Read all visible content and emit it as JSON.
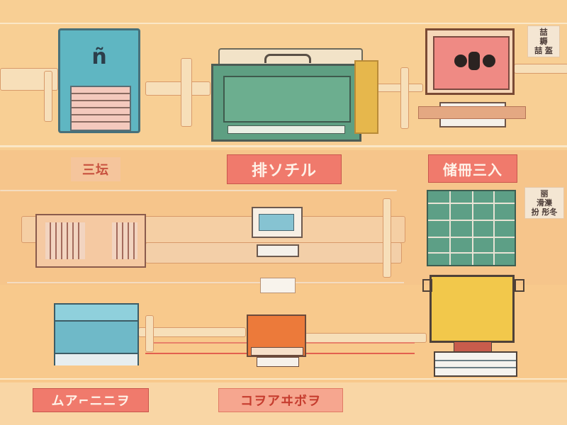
{
  "labels": {
    "top_left": "三坛",
    "top_center": "排ソチル",
    "top_right": "储冊三入",
    "bottom_left": "ムア⌐ニニヲ",
    "bottom_center": "コヲアヰボヲ"
  },
  "notes": {
    "top_right_note": [
      "喆",
      "耨",
      "喆 盔"
    ],
    "mid_right_note": [
      "丽",
      "滑濼",
      "扮 彤冬"
    ]
  },
  "devices": {
    "top_left_unit_glyph": "ñ"
  },
  "colors": {
    "background": "#f6c98e",
    "accent_red": "#f07a6c",
    "teal": "#5fb6c2",
    "green": "#5e9f82",
    "yellow": "#f2c84b",
    "orange": "#ec7a3a"
  }
}
